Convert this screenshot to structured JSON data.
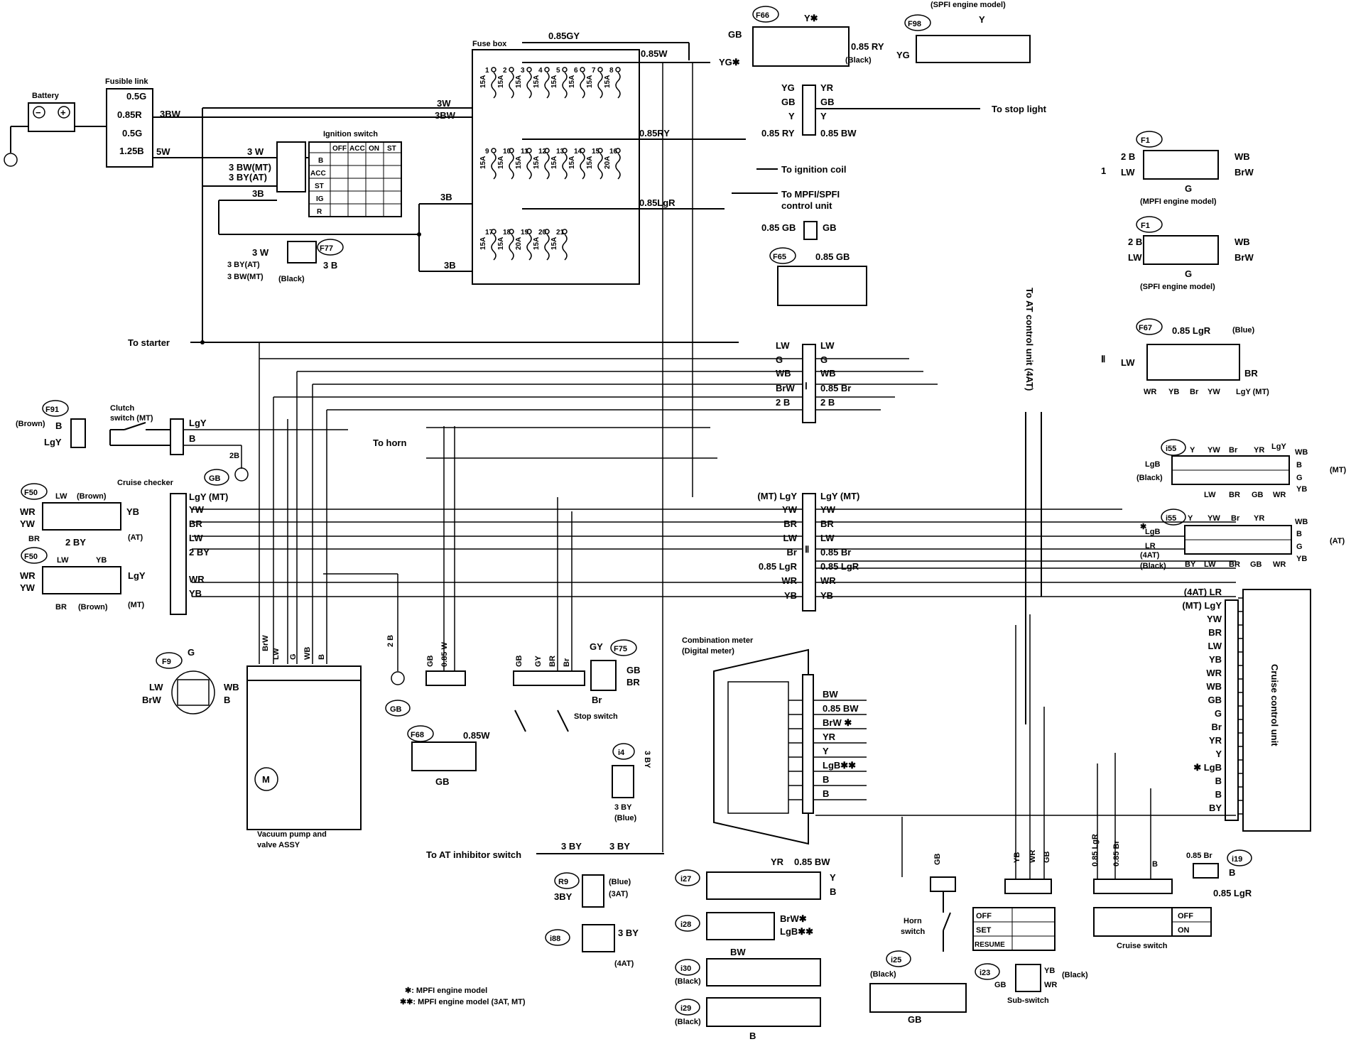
{
  "top_partial_label": "(SPFI engine model)",
  "battery": {
    "label": "Battery",
    "neg": "−",
    "pos": "+"
  },
  "fusible_link": {
    "title": "Fusible link",
    "values": [
      "0.5G",
      "0.85R",
      "0.5G",
      "1.25B"
    ]
  },
  "wires_top": [
    "3BW",
    "5W",
    "3W",
    "3BW",
    "0.85GY",
    "0.85W",
    "0.85RY",
    "0.85LgR",
    "3B",
    "3B"
  ],
  "ignition_switch": {
    "title": "Ignition switch",
    "cols": [
      "OFF",
      "ACC",
      "ON",
      "ST"
    ],
    "rows": [
      "B",
      "ACC",
      "ST",
      "IG",
      "R"
    ],
    "inputs": [
      "3 W",
      "3 BW(MT)",
      "3 BY(AT)",
      "3B"
    ]
  },
  "fuse_box": {
    "title": "Fuse box",
    "row1": [
      {
        "n": "1",
        "a": "15A"
      },
      {
        "n": "2",
        "a": "15A"
      },
      {
        "n": "3",
        "a": "15A"
      },
      {
        "n": "4",
        "a": "15A"
      },
      {
        "n": "5",
        "a": "15A"
      },
      {
        "n": "6",
        "a": "15A"
      },
      {
        "n": "7",
        "a": "15A"
      },
      {
        "n": "8",
        "a": "15A"
      }
    ],
    "row2": [
      {
        "n": "9",
        "a": "15A"
      },
      {
        "n": "10",
        "a": "15A"
      },
      {
        "n": "11",
        "a": "15A"
      },
      {
        "n": "12",
        "a": "15A"
      },
      {
        "n": "13",
        "a": "15A"
      },
      {
        "n": "14",
        "a": "15A"
      },
      {
        "n": "15",
        "a": "15A"
      },
      {
        "n": "16",
        "a": "20A"
      }
    ],
    "row3": [
      {
        "n": "17",
        "a": "15A"
      },
      {
        "n": "18",
        "a": "15A"
      },
      {
        "n": "19",
        "a": "20A"
      },
      {
        "n": "20",
        "a": "15A"
      },
      {
        "n": "21",
        "a": "15A"
      }
    ]
  },
  "f77": {
    "id": "F77",
    "labels": [
      "3 W",
      "3 BY(AT)",
      "3 BW(MT)",
      "3 B",
      "(Black)"
    ]
  },
  "f66": {
    "id": "F66",
    "labels": [
      "GB",
      "Y✱",
      "0.85 RY",
      "(Black)",
      "YG✱"
    ]
  },
  "f98": {
    "id": "F98",
    "labels": [
      "YG",
      "Y"
    ]
  },
  "connector_top": {
    "left": [
      "YG",
      "GB",
      "Y",
      "0.85 RY"
    ],
    "right": [
      "YR",
      "GB",
      "Y",
      "0.85 BW"
    ]
  },
  "destinations": {
    "stop_light": "To stop light",
    "ignition_coil": "To ignition coil",
    "mpfi": "To MPFI/SPFI",
    "mpfi2": "control unit",
    "starter": "To starter",
    "horn": "To horn",
    "at_control": "To AT control unit (4AT)",
    "at_inhibitor": "To AT inhibitor switch"
  },
  "gb_connector": {
    "left": "0.85 GB",
    "right": "GB"
  },
  "f65": {
    "id": "F65",
    "label": "0.85 GB"
  },
  "f1_mpfi": {
    "id": "F1",
    "num": "1",
    "left": [
      "2 B",
      "LW"
    ],
    "right": [
      "WB",
      "BrW"
    ],
    "bottom": "G",
    "caption": "(MPFI engine model)"
  },
  "f1_spfi": {
    "id": "F1",
    "left": [
      "2 B",
      "LW"
    ],
    "right": [
      "WB",
      "BrW"
    ],
    "bottom": "G",
    "caption": "(SPFI engine model)"
  },
  "f67": {
    "id": "F67",
    "num": "Ⅱ",
    "top": "0.85 LgR",
    "color": "(Blue)",
    "left": "LW",
    "right": "BR",
    "bottom": [
      "WR",
      "YB",
      "Br",
      "YW",
      "LgY (MT)"
    ]
  },
  "conn1": {
    "roman": "Ⅰ",
    "left": [
      "LW",
      "G",
      "WB",
      "BrW",
      "2 B"
    ],
    "right": [
      "LW",
      "G",
      "WB",
      "0.85 Br",
      "2 B"
    ]
  },
  "conn2": {
    "roman": "Ⅱ",
    "left": [
      "(MT) LgY",
      "YW",
      "BR",
      "LW",
      "Br",
      "0.85 LgR",
      "WR",
      "YB"
    ],
    "right": [
      "LgY (MT)",
      "YW",
      "BR",
      "LW",
      "0.85 Br",
      "0.85 LgR",
      "WR",
      "YB"
    ]
  },
  "f91": {
    "id": "F91",
    "color": "(Brown)",
    "pins": [
      "B",
      "LgY"
    ]
  },
  "clutch_switch": {
    "title": "Clutch",
    "title2": "switch (MT)",
    "wires": [
      "LgY",
      "B"
    ]
  },
  "ground_gb": {
    "id": "GB",
    "wire": "2B"
  },
  "cruise_checker": {
    "title": "Cruise checker",
    "wires": [
      "LgY (MT)",
      "YW",
      "BR",
      "LW",
      "2 BY",
      "WR",
      "YB"
    ]
  },
  "f50_at": {
    "id": "F50",
    "top": [
      "LW",
      "(Brown)"
    ],
    "left": [
      "WR",
      "YW"
    ],
    "right": "YB",
    "bottom": [
      "BR",
      "2 BY"
    ],
    "tag": "(AT)"
  },
  "f50_mt": {
    "id": "F50",
    "top": [
      "LW",
      "YB"
    ],
    "left": [
      "WR",
      "YW"
    ],
    "right": "LgY",
    "bottom": [
      "BR",
      "(Brown)"
    ],
    "tag": "(MT)"
  },
  "f9": {
    "id": "F9",
    "top": "G",
    "left": [
      "LW",
      "BrW"
    ],
    "right": [
      "WB",
      "B"
    ]
  },
  "vacuum_pump": {
    "title": "Vacuum pump and",
    "title2": "valve ASSY",
    "wires": [
      "BrW",
      "LW",
      "G",
      "WB",
      "B"
    ],
    "motor": "M"
  },
  "ground_gb2": {
    "id": "GB",
    "wire": "2 B"
  },
  "f68": {
    "id": "F68",
    "wires": [
      "GB",
      "0.85 W"
    ],
    "label": "0.85W",
    "bottom": "GB"
  },
  "stop_switch": {
    "title": "Stop switch",
    "wires": [
      "GB",
      "GY",
      "BR",
      "Br"
    ]
  },
  "f75": {
    "id": "F75",
    "labels": [
      "GY",
      "GB",
      "BR",
      "Br"
    ]
  },
  "combination_meter": {
    "title": "Combination meter",
    "subtitle": "(Digital meter)",
    "pins": [
      "BW",
      "0.85 BW",
      "BrW ✱",
      "YR",
      "Y",
      "LgB✱✱",
      "B",
      "B"
    ]
  },
  "i4": {
    "id": "i4",
    "labels": [
      "3 BY",
      "(Blue)"
    ],
    "wire": "3 BY"
  },
  "inhibitor_wires": [
    "3 BY",
    "3 BY"
  ],
  "r9": {
    "id": "R9",
    "labels": [
      "(Blue)",
      "3BY",
      "(3AT)"
    ]
  },
  "i88": {
    "id": "i88",
    "labels": [
      "3 BY",
      "(4AT)"
    ]
  },
  "i27": {
    "id": "i27",
    "labels": [
      "YR",
      "0.85 BW",
      "Y",
      "B"
    ]
  },
  "i28": {
    "id": "i28",
    "labels": [
      "BrW✱",
      "LgB✱✱"
    ]
  },
  "i30": {
    "id": "i30",
    "labels": [
      "BW",
      "(Black)"
    ]
  },
  "i29": {
    "id": "i29",
    "labels": [
      "(Black)",
      "B"
    ]
  },
  "legend": {
    "l1": "✱: MPFI engine model",
    "l2": "✱✱: MPFI engine model (3AT, MT)"
  },
  "i55_mt": {
    "id": "i55",
    "top": [
      "Y",
      "YW",
      "Br",
      "YR",
      "LgY",
      "WB"
    ],
    "left": [
      "LgB",
      "(Black)"
    ],
    "right": [
      "B",
      "G",
      "YB"
    ],
    "bottom": [
      "LW",
      "BR",
      "GB",
      "WR"
    ],
    "tag": "(MT)"
  },
  "i55_at": {
    "id": "i55",
    "top": [
      "Y",
      "YW",
      "Br",
      "YR",
      "WB"
    ],
    "left": [
      "✱",
      "LgB",
      "LR",
      "(4AT)",
      "(Black)"
    ],
    "right": [
      "B",
      "G",
      "YB"
    ],
    "bottom": [
      "BY",
      "LW",
      "BR",
      "GB",
      "WR"
    ],
    "tag": "(AT)"
  },
  "cruise_control_unit": {
    "title": "Cruise control unit",
    "pins": [
      "(4AT) LR",
      "(MT) LgY",
      "YW",
      "BR",
      "LW",
      "YB",
      "WR",
      "WB",
      "GB",
      "G",
      "Br",
      "YR",
      "Y",
      "✱ LgB",
      "B",
      "B",
      "BY"
    ]
  },
  "horn_switch": {
    "title": "Horn",
    "title2": "switch",
    "wire": "GB"
  },
  "i25": {
    "id": "i25",
    "labels": [
      "(Black)",
      "GB"
    ]
  },
  "sub_switch": {
    "id": "i23",
    "title": "Sub-switch",
    "labels": [
      "YB",
      "(Black)",
      "GB",
      "WR"
    ],
    "wires": [
      "YB",
      "WR",
      "GB"
    ],
    "rows": [
      "OFF",
      "SET",
      "RESUME"
    ]
  },
  "cruise_switch": {
    "title": "Cruise switch",
    "wires": [
      "0.85 LgR",
      "0.85 Br",
      "B"
    ],
    "rows": [
      "OFF",
      "ON"
    ]
  },
  "i19": {
    "id": "i19",
    "labels": [
      "0.85 Br",
      "B",
      "0.85 LgR"
    ]
  }
}
